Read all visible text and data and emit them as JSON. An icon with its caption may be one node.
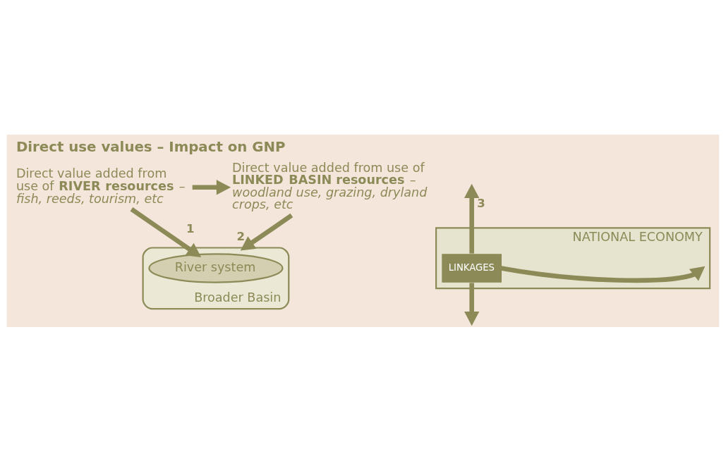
{
  "diagram": {
    "title": "Direct use values – Impact on GNP",
    "nodes": [
      {
        "text": [
          "Direct value added from use of **RIVER resources** –",
          "fish, reeds, tourism, etc"
        ]
      },
      {
        "text": [
          "Direct value added from use of **LINKED BASIN resources** –",
          "woodland use, grazing, dryland crops, etc"
        ]
      },
      {
        "text": [
          "NATIONAL ECONOMY"
        ]
      },
      {
        "text": [
          "Broader Basin"
        ]
      },
      {
        "text": [
          "River system"
        ],
        "in": 3
      },
      {
        "text": [
          "LINKAGES"
        ],
        "in": 2
      }
    ],
    "edges": [
      {
        "from": 0,
        "to": 1,
        "arrow": "to"
      },
      {
        "from": 0,
        "to": 4,
        "arrow": "to",
        "label": "1"
      },
      {
        "from": 1,
        "to": 3,
        "arrow": "to",
        "label": "2"
      },
      {
        "from": 5,
        "to": null,
        "arrow": "to"
      },
      {
        "from": 5,
        "to": null,
        "arrow": "to",
        "label": "3"
      },
      {
        "from": 5,
        "to": null,
        "arrow": "to"
      }
    ]
  }
}
